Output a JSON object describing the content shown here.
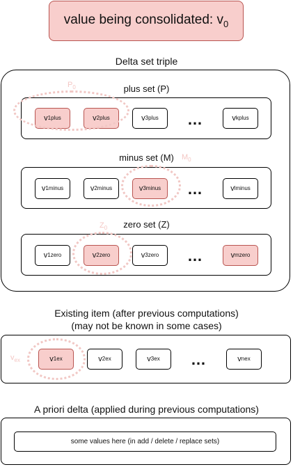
{
  "title": {
    "prefix": "value being consolidated: v",
    "sub": "0"
  },
  "delta": {
    "label": "Delta set triple",
    "plus": {
      "label": "plus set (P)",
      "ghost": {
        "base": "P",
        "sub": "0"
      },
      "items": [
        {
          "base": "v",
          "sub": "1",
          "sup": "plus"
        },
        {
          "base": "v",
          "sub": "2",
          "sup": "plus"
        },
        {
          "base": "v",
          "sub": "3",
          "sup": "plus"
        },
        {
          "base": "v",
          "sub": "k",
          "sup": "plus"
        }
      ]
    },
    "minus": {
      "label": "minus set (M)",
      "ghost": {
        "base": "M",
        "sub": "0"
      },
      "items": [
        {
          "base": "v",
          "sub": "1",
          "sup": "minus"
        },
        {
          "base": "v",
          "sub": "2",
          "sup": "minus"
        },
        {
          "base": "v",
          "sub": "3",
          "sup": "minus"
        },
        {
          "base": "v",
          "sub": "l",
          "sup": "minus"
        }
      ]
    },
    "zero": {
      "label": "zero set (Z)",
      "ghost": {
        "base": "Z",
        "sub": "0"
      },
      "items": [
        {
          "base": "v",
          "sub": "1",
          "sup": "zero"
        },
        {
          "base": "v",
          "sub": "2",
          "sup": "zero"
        },
        {
          "base": "v",
          "sub": "3",
          "sup": "zero"
        },
        {
          "base": "v",
          "sub": "m",
          "sup": "zero"
        }
      ]
    }
  },
  "existing": {
    "label_line1": "Existing item (after previous computations)",
    "label_line2": "(may not be known in some cases)",
    "ghost": {
      "base": "v",
      "sub": "ex"
    },
    "items": [
      {
        "base": "v",
        "sub": "1",
        "sup": "ex"
      },
      {
        "base": "v",
        "sub": "2",
        "sup": "ex"
      },
      {
        "base": "v",
        "sub": "3",
        "sup": "ex"
      },
      {
        "base": "v",
        "sub": "n",
        "sup": "ex"
      }
    ]
  },
  "apriori": {
    "label": "A priori delta (applied during previous computations)",
    "content": "some values here (in add / delete / replace sets)"
  },
  "ellipsis": "…"
}
